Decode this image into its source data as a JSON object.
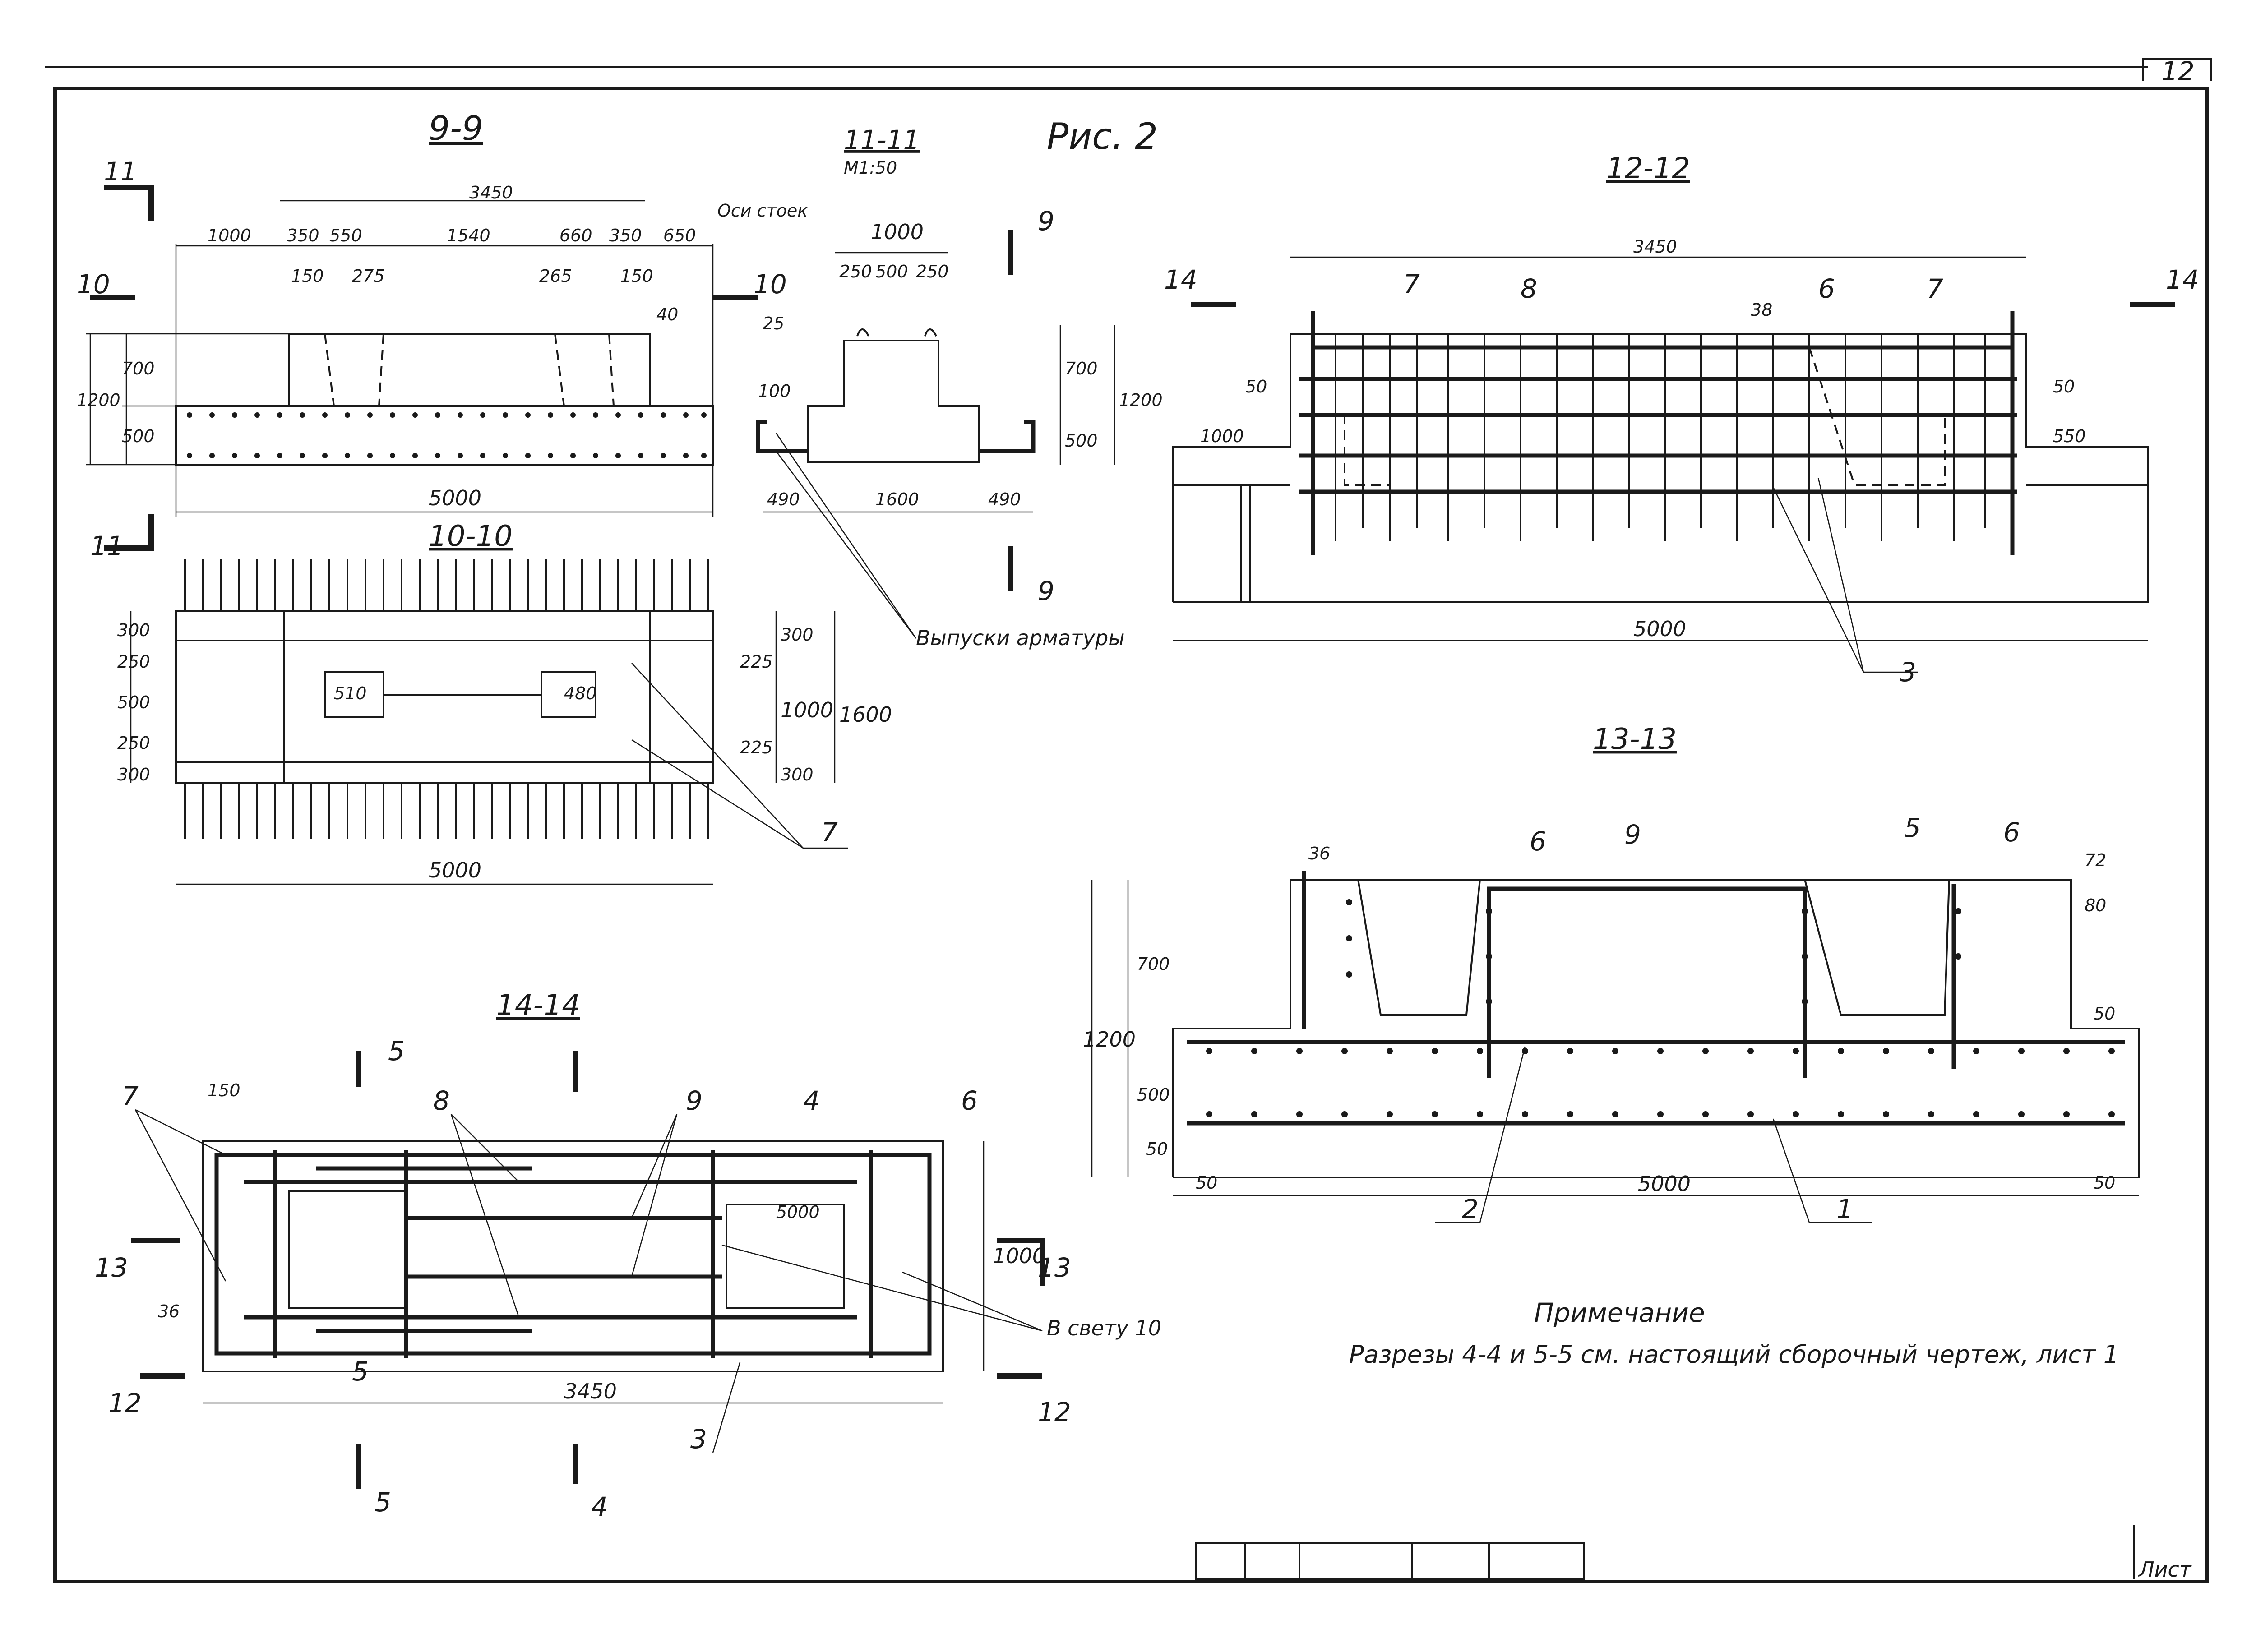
{
  "sheet": {
    "page_number": "12",
    "figure_label": "Рис. 2",
    "sheet_label": "Лист"
  },
  "sections": {
    "s9": {
      "title": "9-9"
    },
    "s10": {
      "title": "10-10"
    },
    "s11": {
      "title": "11-11",
      "scale": "М1:50"
    },
    "s12": {
      "title": "12-12"
    },
    "s13": {
      "title": "13-13"
    },
    "s14": {
      "title": "14-14"
    }
  },
  "cut_marks": [
    "11",
    "10",
    "9",
    "14",
    "13",
    "12",
    "5",
    "4"
  ],
  "dimensions": {
    "s9": {
      "overall": "5000",
      "axes": "3450",
      "top": [
        "1000",
        "350",
        "550",
        "1540",
        "660",
        "350",
        "650"
      ],
      "small": [
        "150",
        "275",
        "265",
        "150",
        "40"
      ],
      "height": "1200",
      "upper": "700",
      "lower": "500"
    },
    "s11": {
      "top": "1000",
      "parts": [
        "250",
        "500",
        "250"
      ],
      "bottom": [
        "490",
        "1600",
        "490"
      ],
      "h": [
        "25",
        "100",
        "700",
        "500",
        "1200"
      ]
    },
    "s10": {
      "overall": "5000",
      "openings": [
        "510",
        "480"
      ],
      "left": [
        "300",
        "250",
        "500",
        "250",
        "300"
      ],
      "right": [
        "225",
        "225",
        "300",
        "300",
        "1000",
        "1600"
      ]
    },
    "s12": {
      "overall": "3450",
      "base": "5000",
      "side": [
        "1000",
        "550",
        "50",
        "50",
        "38"
      ]
    },
    "s13": {
      "base": "5000",
      "edges": [
        "50",
        "50",
        "50",
        "50",
        "36",
        "72",
        "80"
      ],
      "height": [
        "1200",
        "700",
        "500"
      ]
    },
    "s14": {
      "overall": "3450",
      "inner": "5000",
      "small": [
        "150",
        "36",
        "1000"
      ]
    }
  },
  "labels": {
    "axes_note": "Оси стоек",
    "rebar_outlets": "Выпуски арматуры",
    "clear_span": "В свету 10"
  },
  "callouts": [
    "1",
    "2",
    "3",
    "4",
    "5",
    "6",
    "7",
    "8",
    "9"
  ],
  "note": {
    "heading": "Примечание",
    "text": "Разрезы 4-4 и 5-5 см. настоящий сборочный чертеж, лист 1"
  }
}
